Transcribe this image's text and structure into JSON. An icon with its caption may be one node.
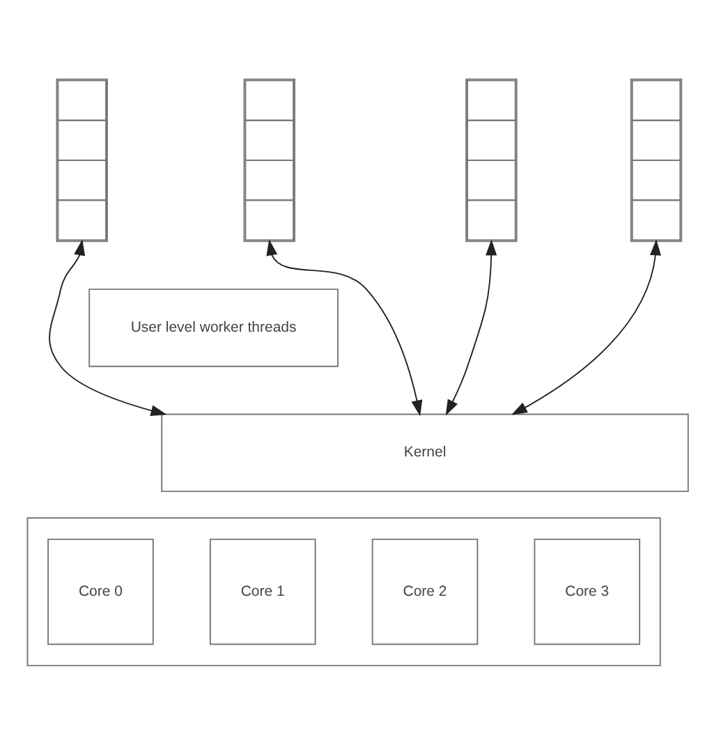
{
  "diagram": {
    "nodes": [
      {
        "text": [],
        "shape": "bar"
      },
      {
        "text": [],
        "shape": "bar"
      },
      {
        "text": [],
        "shape": "bar"
      },
      {
        "text": [],
        "shape": "bar"
      },
      {
        "text": [
          "User level worker threads"
        ]
      },
      {
        "text": [
          "Kernel"
        ]
      },
      {
        "text": [],
        "shape": "box"
      },
      {
        "text": [
          "Core 0"
        ],
        "in": 6
      },
      {
        "text": [
          "Core 1"
        ],
        "in": 6
      },
      {
        "text": [
          "Core 2"
        ],
        "in": 6
      },
      {
        "text": [
          "Core 3"
        ],
        "in": 6
      }
    ],
    "edges": [
      {
        "from": 0,
        "to": 5,
        "arrow": "both"
      },
      {
        "from": 1,
        "to": 5,
        "arrow": "both"
      },
      {
        "from": 2,
        "to": 5,
        "arrow": "both"
      },
      {
        "from": 3,
        "to": 5,
        "arrow": "both"
      }
    ]
  }
}
